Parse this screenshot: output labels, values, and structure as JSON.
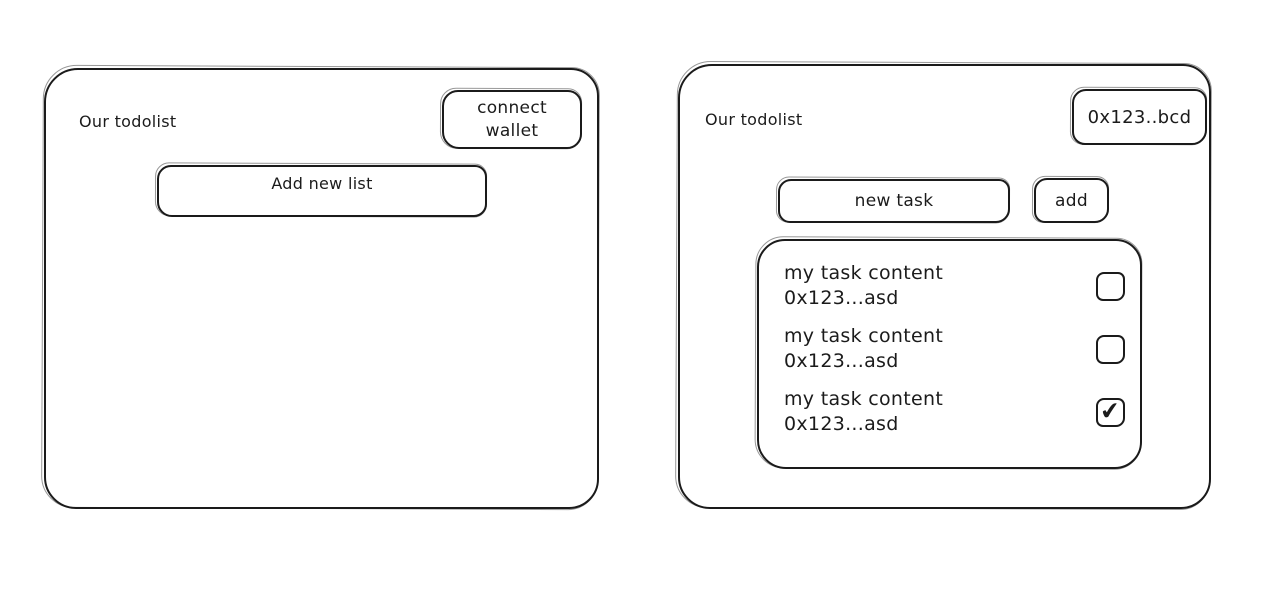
{
  "colors": {
    "ink": "#1b1b1b",
    "background": "#ffffff"
  },
  "icons": {
    "checkmark": "✔"
  },
  "left_panel": {
    "title": "Our todolist",
    "connect_wallet_label": "connect wallet",
    "add_new_list_label": "Add new list"
  },
  "right_panel": {
    "title": "Our todolist",
    "wallet_address_label": "0x123..bcd",
    "new_task_value": "new task",
    "add_button_label": "add",
    "tasks": [
      {
        "content": "my task content",
        "address": "0x123...asd",
        "checked": false
      },
      {
        "content": "my task content",
        "address": "0x123...asd",
        "checked": false
      },
      {
        "content": "my task content",
        "address": "0x123...asd",
        "checked": true
      }
    ]
  }
}
